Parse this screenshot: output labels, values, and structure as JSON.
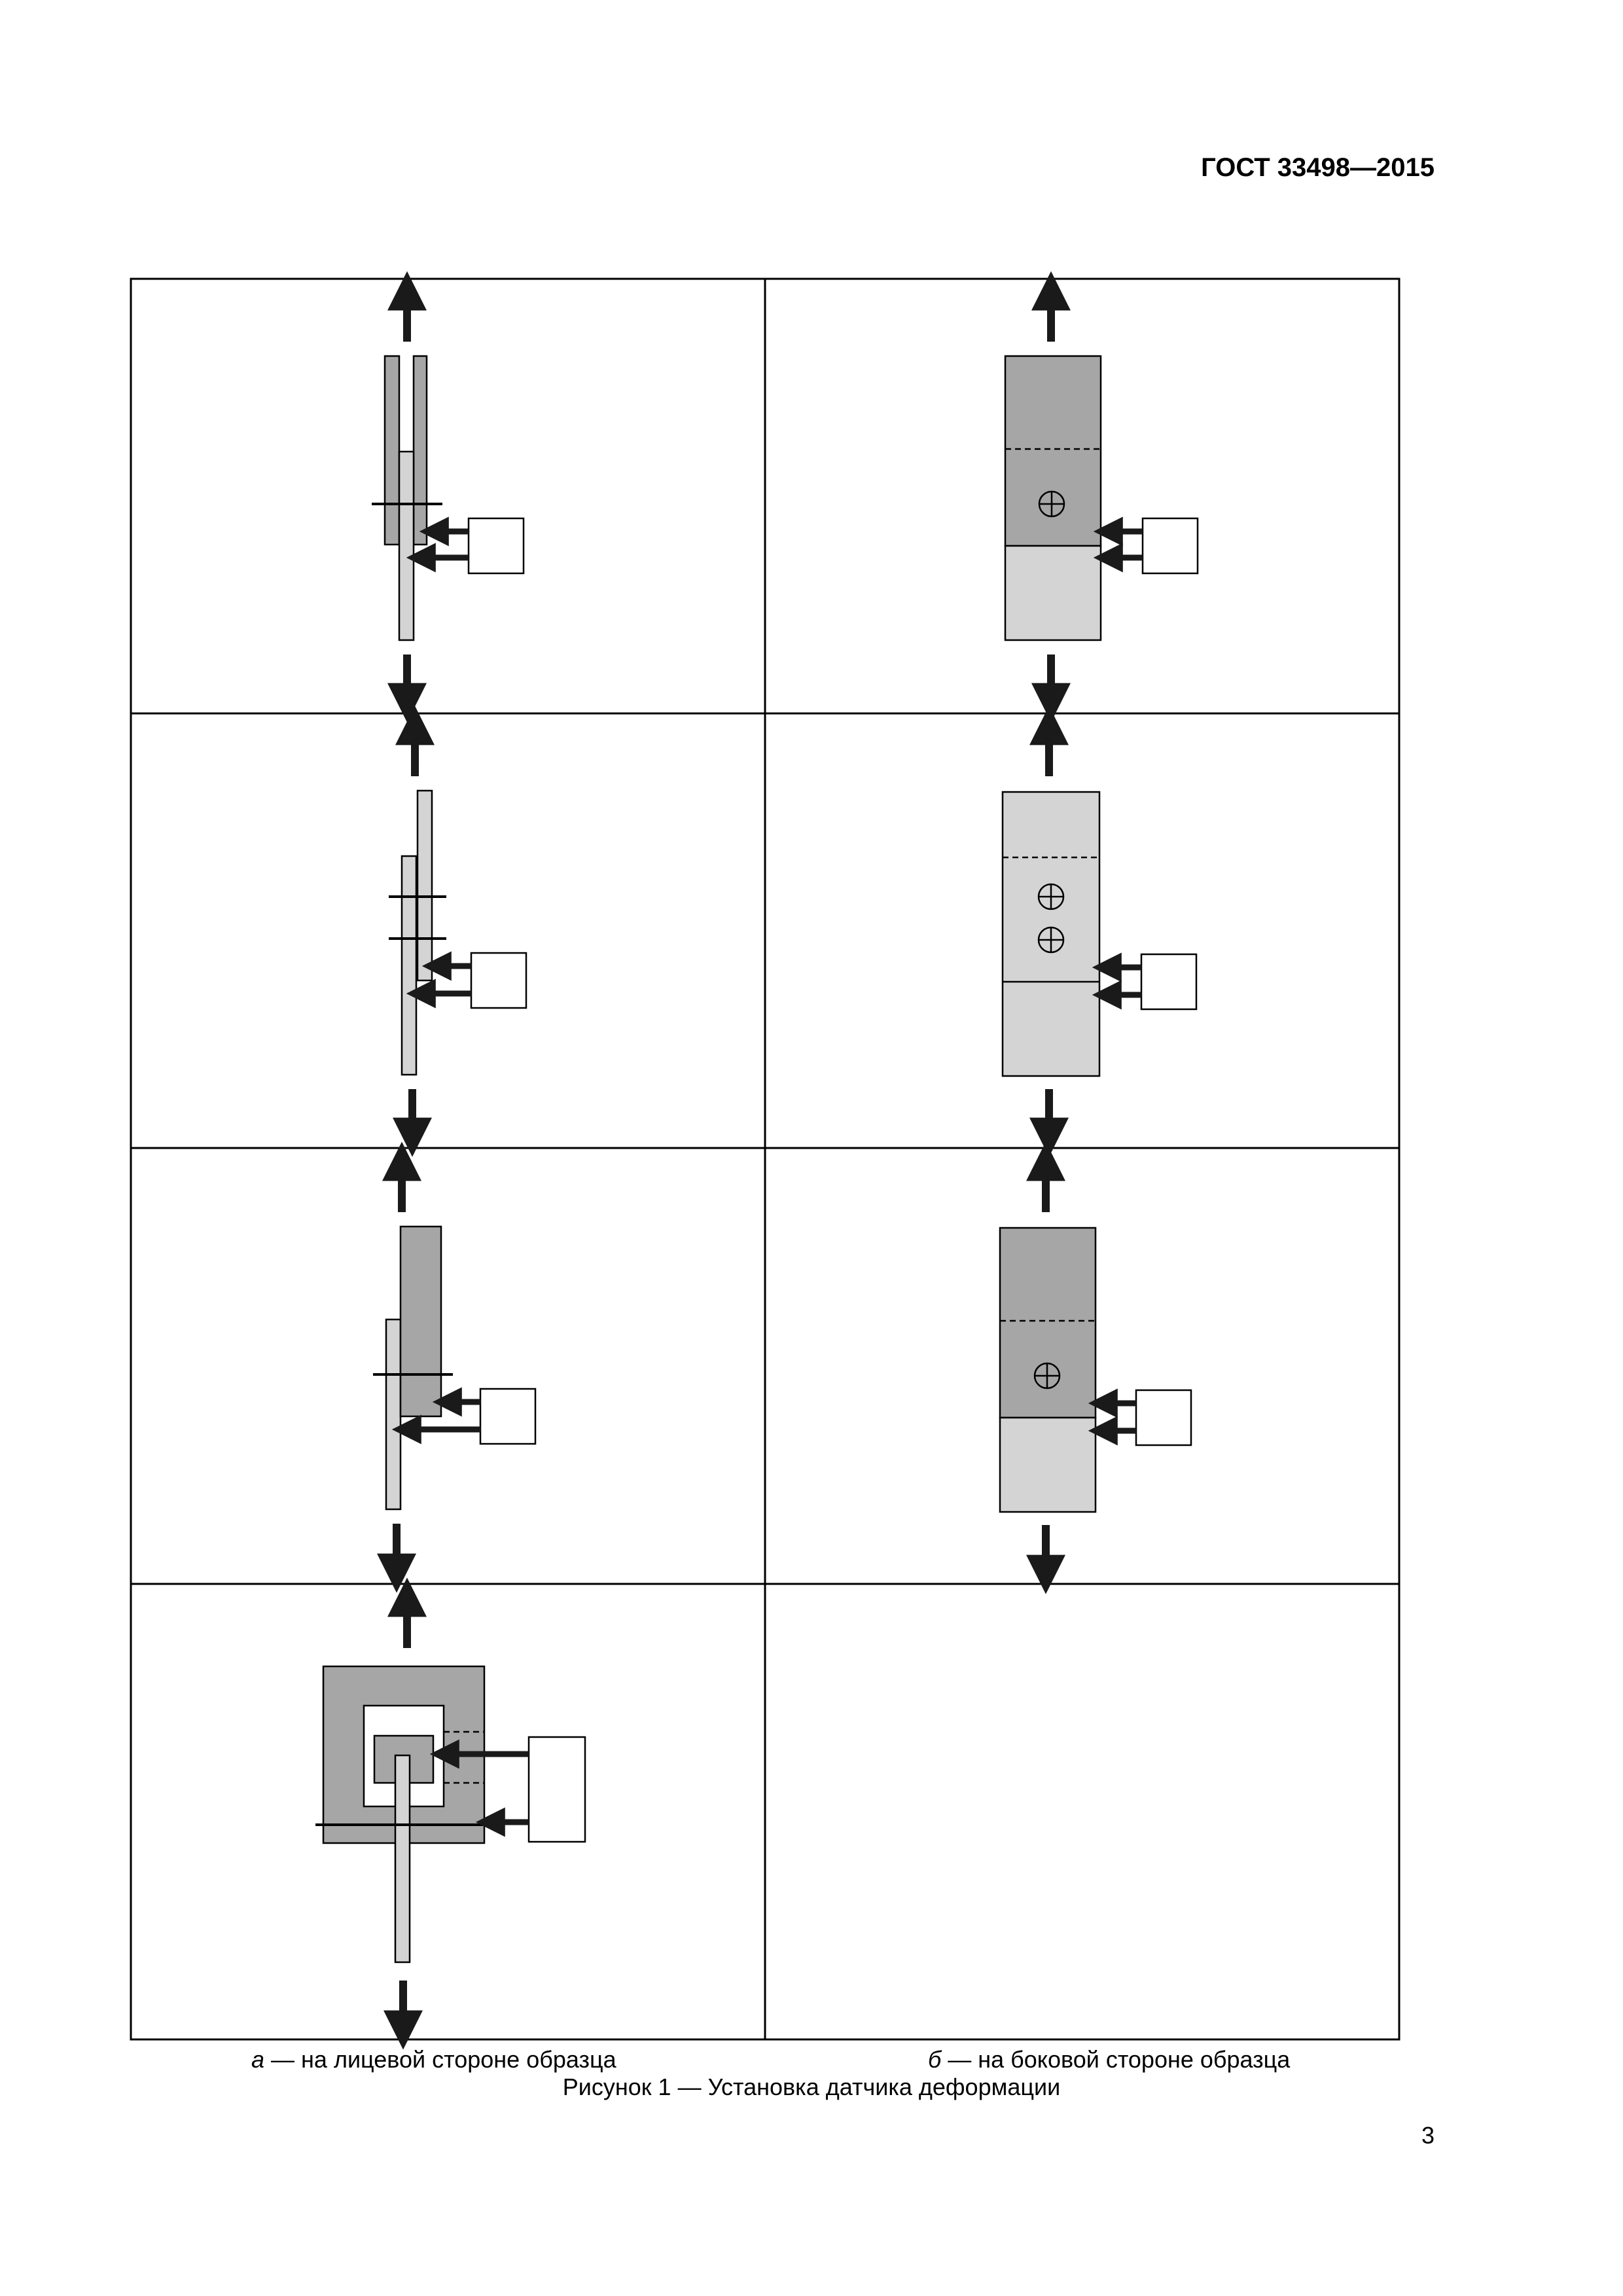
{
  "header": {
    "standard": "ГОСТ 33498—2015"
  },
  "figure": {
    "caption_a_letter": "а",
    "caption_a_text": " — на лицевой стороне образца",
    "caption_b_letter": "б",
    "caption_b_text": " — на боковой стороне образца",
    "title": "Рисунок 1 — Установка датчика деформации"
  },
  "page_number": "3",
  "colors": {
    "dark_fill": "#a6a6a6",
    "light_fill": "#d4d4d4",
    "line": "#000000",
    "arrow": "#1a1a1a"
  }
}
